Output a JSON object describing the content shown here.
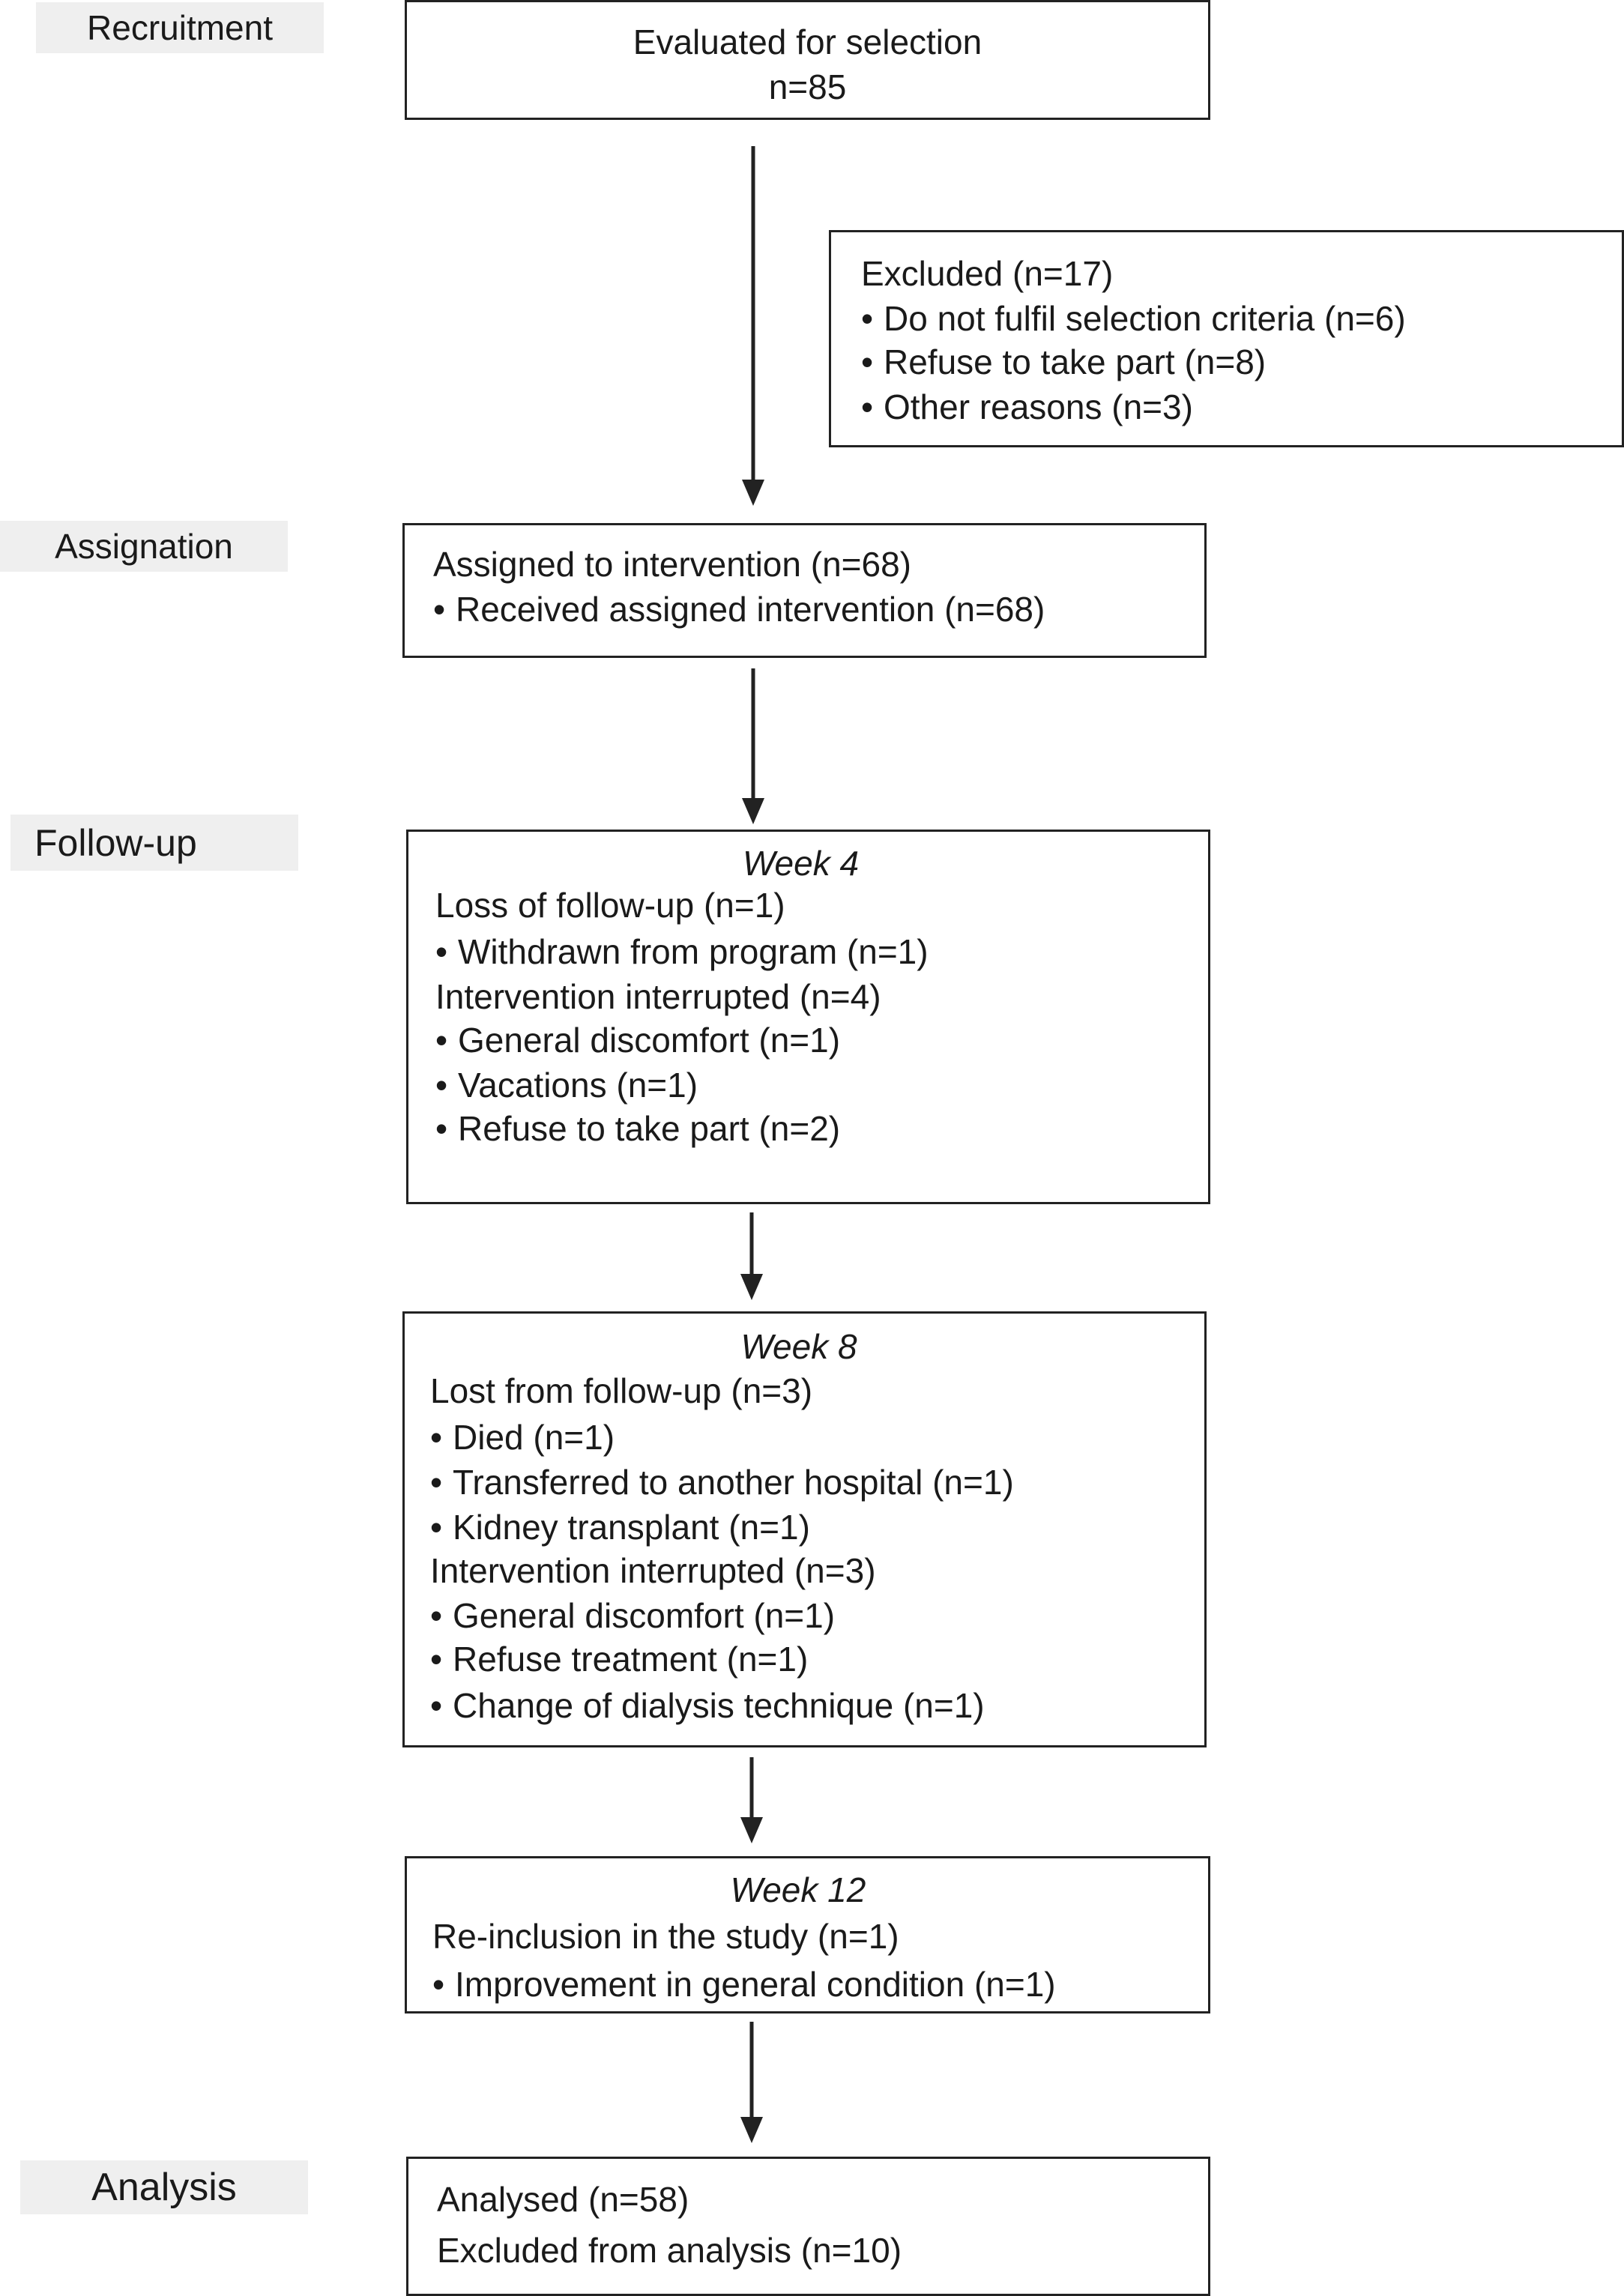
{
  "stages": {
    "recruitment": "Recruitment",
    "assignation": "Assignation",
    "followup": "Follow-up",
    "analysis": "Analysis"
  },
  "evaluated": {
    "title": "Evaluated for selection",
    "count": "n=85"
  },
  "excluded": {
    "title": "Excluded (n=17)",
    "items": [
      "Do not fulfil selection criteria (n=6)",
      "Refuse to take part (n=8)",
      "Other reasons (n=3)"
    ]
  },
  "assigned": {
    "title": "Assigned to intervention (n=68)",
    "items": [
      "Received assigned intervention (n=68)"
    ]
  },
  "week4": {
    "heading": "Week 4",
    "loss_title": "Loss of follow-up (n=1)",
    "loss_items": [
      "Withdrawn from program (n=1)"
    ],
    "interrupted_title": "Intervention interrupted (n=4)",
    "interrupted_items": [
      "General discomfort (n=1)",
      "Vacations (n=1)",
      "Refuse to take part (n=2)"
    ]
  },
  "week8": {
    "heading": "Week 8",
    "loss_title": "Lost from follow-up (n=3)",
    "loss_items": [
      "Died (n=1)",
      "Transferred to another hospital (n=1)",
      "Kidney transplant (n=1)"
    ],
    "interrupted_title": "Intervention interrupted (n=3)",
    "interrupted_items": [
      "General discomfort (n=1)",
      "Refuse treatment (n=1)",
      "Change of dialysis technique (n=1)"
    ]
  },
  "week12": {
    "heading": "Week 12",
    "title": "Re-inclusion in the study (n=1)",
    "items": [
      "Improvement in general condition (n=1)"
    ]
  },
  "analysis_box": {
    "analysed": "Analysed (n=58)",
    "excluded": "Excluded from analysis (n=10)"
  }
}
